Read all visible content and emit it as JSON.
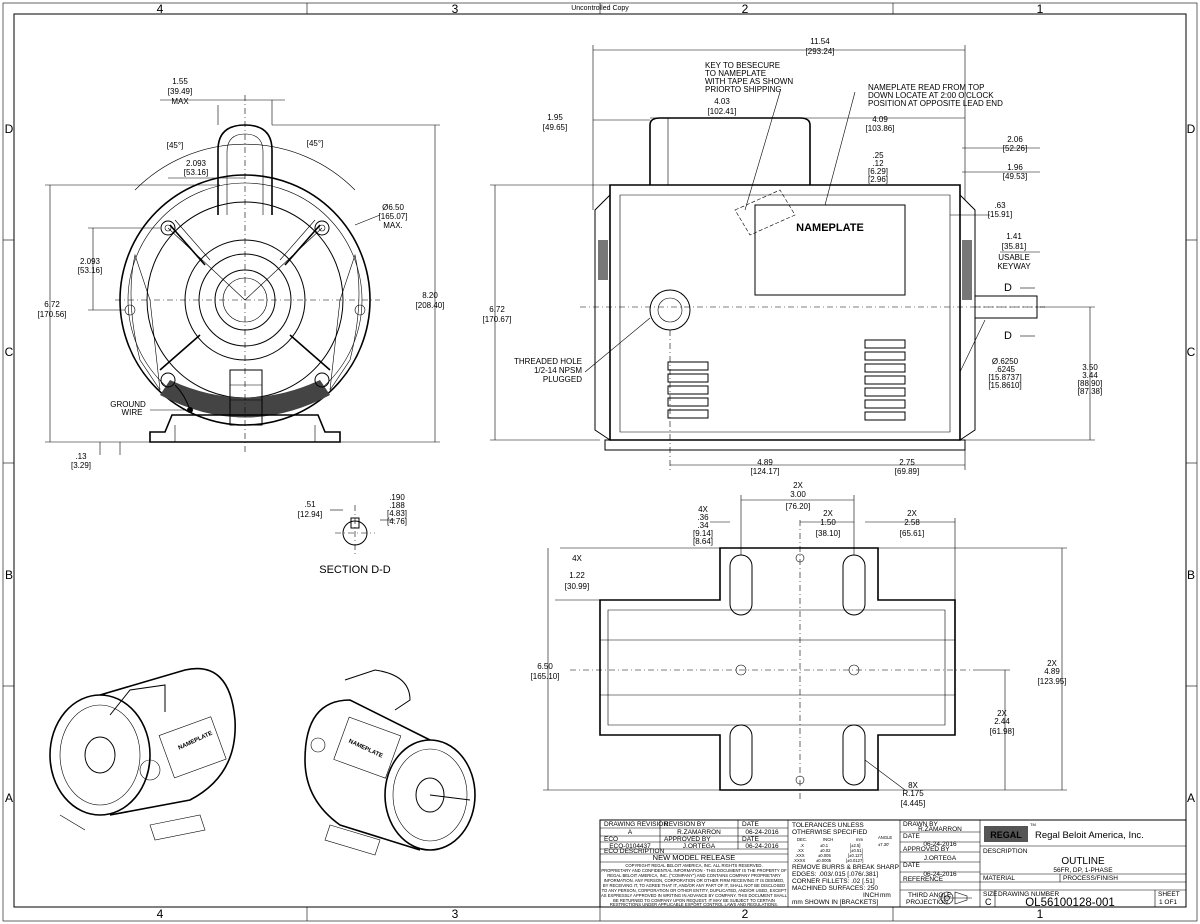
{
  "header": {
    "stamp": "Uncontrolled Copy"
  },
  "zones": {
    "columns": [
      "4",
      "3",
      "2",
      "1"
    ],
    "rows": [
      "D",
      "C",
      "B",
      "A"
    ]
  },
  "front_view": {
    "top_dim": [
      "1.55",
      "[39.49]",
      "MAX"
    ],
    "angle_left": "[45°]",
    "angle_right": "[45°]",
    "bolt_offset_top": [
      "2.093",
      "[53.16]"
    ],
    "bolt_offset_left": [
      "2.093",
      "[53.16]"
    ],
    "diameter": [
      "Ø6.50",
      "[165.07]",
      "MAX."
    ],
    "height_left": [
      "6.72",
      "[170.56]"
    ],
    "height_right": [
      "8.20",
      "[208.40]"
    ],
    "ground_wire": [
      "GROUND",
      "WIRE"
    ],
    "base_offset": [
      ".13",
      "[3.29]"
    ]
  },
  "side_view": {
    "overall_length": [
      "11.54",
      "[293.24]"
    ],
    "key_note": [
      "KEY TO BESECURE",
      "TO NAMEPLATE",
      "WITH TAPE AS SHOWN",
      "PRIORTO SHIPPING"
    ],
    "nameplate_note": [
      "NAMEPLATE READ FROM TOP",
      "DOWN LOCATE AT 2:00 O'CLOCK",
      "POSITION AT OPPOSITE LEAD END"
    ],
    "nameplate_label": "NAMEPLATE",
    "dim_195": [
      "1.95",
      "[49.65]"
    ],
    "dim_403": [
      "4.03",
      "[102.41]"
    ],
    "dim_409": [
      "4.09",
      "[103.86]"
    ],
    "dim_206": [
      "2.06",
      "[52.26]"
    ],
    "dim_196": [
      "1.96",
      "[49.53]"
    ],
    "dim_25": [
      ".25",
      ".12",
      "[6.29]",
      "[2.96]"
    ],
    "dim_63": [
      ".63",
      "[15.91]"
    ],
    "keyway": [
      "1.41",
      "[35.81]",
      "USABLE",
      "KEYWAY"
    ],
    "section_mark": "D",
    "height": [
      "6.72",
      "[170.67]"
    ],
    "threaded_hole": [
      "THREADED HOLE",
      "1/2-14 NPSM",
      "PLUGGED"
    ],
    "shaft_dia": [
      "Ø.6250",
      ".6245",
      "[15.8737]",
      "[15.8610]"
    ],
    "shaft_height": [
      "3.50",
      "3.44",
      "[88.90]",
      "[87.38]"
    ],
    "dim_489": [
      "4.89",
      "[124.17]"
    ],
    "dim_275": [
      "2.75",
      "[69.89]"
    ]
  },
  "section_dd": {
    "width": [
      ".51",
      "[12.94]"
    ],
    "key": [
      ".190",
      ".188",
      "[4.83]",
      "[4.76]"
    ],
    "title": "SECTION D-D"
  },
  "base_view": {
    "slot_spacing": [
      "2X",
      "3.00",
      "[76.20]"
    ],
    "slot_len_150": [
      "2X",
      "1.50",
      "[38.10]"
    ],
    "slot_258": [
      "2X",
      "2.58",
      "[65.61]"
    ],
    "slot_width": [
      "4X",
      ".36",
      ".34",
      "[9.14]",
      "[8.64]"
    ],
    "slot_122": [
      "4X",
      "1.22",
      "[30.99]"
    ],
    "height": [
      "6.50",
      "[165.10]"
    ],
    "dim_489": [
      "2X",
      "4.89",
      "[123.95]"
    ],
    "dim_244": [
      "2X",
      "2.44",
      "[61.98]"
    ],
    "radius": [
      "8X",
      "R.175",
      "[4.445]"
    ]
  },
  "iso_views": {
    "label": "NAMEPLATE"
  },
  "title_block": {
    "rev_labels": [
      "DRAWING REVISION",
      "REVISION BY",
      "DATE"
    ],
    "rev_values": [
      "A",
      "R.ZAMARRON",
      "06-24-2016"
    ],
    "eco_labels": [
      "ECO",
      "APPROVED BY",
      "DATE"
    ],
    "eco_values": [
      "ECO-0104437",
      "J.ORTEGA",
      "06-24-2016"
    ],
    "eco_desc_label": "ECO DESCRIPTION",
    "eco_desc": "NEW MODEL RELEASE",
    "copyright": [
      "COPYRIGHT REGAL BELOIT AMERICA, INC. ALL RIGHTS RESERVED.",
      "PROPRIETARY AND CONFIDENTIAL INFORMATION - THIS DOCUMENT IS THE PROPERTY OF",
      "REGAL BELOIT AMERICA, INC. (\"COMPANY\") AND CONTAINS COMPANY PROPRIETARY",
      "INFORMATION. ANY PERSON, CORPORATION OR OTHER FIRM RECEIVING IT IS DEEMED,",
      "BY RECEIVING IT, TO AGREE THAT IT, AND/OR ANY PART OF IT, SHALL NOT BE DISCLOSED",
      "TO ANY PERSON, CORPORATION OR OTHER ENTITY, DUPLICATED, AND/OR USED, EXCEPT",
      "AS EXPRESSLY APPROVED IN WRITING IN ADVANCE BY COMPANY. THIS DOCUMENT SHALL",
      "BE RETURNED TO COMPANY UPON REQUEST. IT MAY BE SUBJECT TO CERTAIN",
      "RESTRICTIONS UNDER APPLICABLE EXPORT CONTROL LAWS AND REGULATIONS."
    ],
    "tolerances": {
      "title": [
        "TOLERANCES UNLESS",
        "OTHERWISE SPECIFIED"
      ],
      "headers": [
        "DEC.",
        "INCH",
        "mm",
        "ANGLE"
      ],
      "rows": [
        [
          ".X",
          "±0.1",
          "[±2.5]",
          "±7.30'"
        ],
        [
          ".XX",
          "±0.02",
          "[±0.51]",
          ""
        ],
        [
          ".XXX",
          "±0.005",
          "[±0.127]",
          ""
        ],
        [
          ".XXXX",
          "±0.0005",
          "[±0.0127]",
          ""
        ]
      ],
      "burrs": "REMOVE BURRS & BREAK SHARP",
      "edges": "EDGES: .003/.015 [.076/.381]",
      "fillets": "CORNER FILLETS: .02 [.51]",
      "machined": "MACHINED SURFACES: 250",
      "units": "INCH",
      "units_mm": "mm",
      "shown": "mm SHOWN IN [BRACKETS]"
    },
    "drawn_by_label": "DRAWN BY",
    "drawn_by": "R.ZAMARRON",
    "drawn_date_label": "DATE",
    "drawn_date": "06-24-2016",
    "approved_by_label": "APPROVED BY",
    "approved_by": "J.ORTEGA",
    "approved_date_label": "DATE",
    "approved_date": "06-24-2016",
    "reference_label": "REFERENCE",
    "projection": [
      "THIRD ANGLE",
      "PROJECTION"
    ],
    "company": "Regal Beloit America, Inc.",
    "logo": "REGAL",
    "trademark": "TM",
    "description_label": "DESCRIPTION",
    "title": "OUTLINE",
    "subtitle": "56FR, DP, 1-PHASE",
    "material_label": "MATERIAL",
    "process_label": "PROCESS/FINISH",
    "size_label": "SIZE",
    "size": "C",
    "drawing_number_label": "DRAWING NUMBER",
    "drawing_number": "OL56100128-001",
    "sheet_label": "SHEET",
    "sheet": "1 OF1"
  }
}
